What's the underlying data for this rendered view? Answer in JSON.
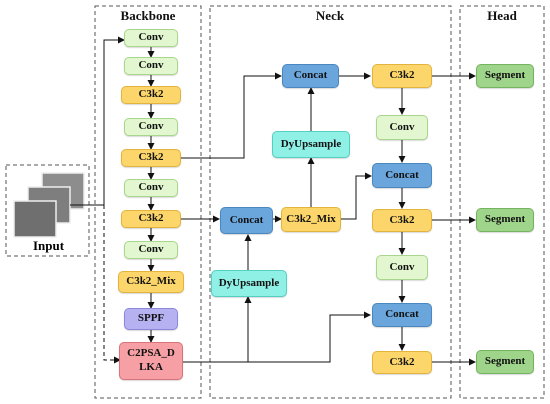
{
  "sections": {
    "backbone": "Backbone",
    "neck": "Neck",
    "head": "Head"
  },
  "input": {
    "label": "Input"
  },
  "backbone": [
    "Conv",
    "Conv",
    "C3k2",
    "Conv",
    "C3k2",
    "Conv",
    "C3k2",
    "Conv",
    "C3k2_Mix",
    "SPPF",
    "C2PSA_D\nLKA"
  ],
  "neck": {
    "dyup_top": "DyUpsample",
    "dyup_bottom": "DyUpsample",
    "concat_left": "Concat",
    "c3k2_mix": "C3k2_Mix",
    "concat_top": "Concat",
    "c3k2_top": "C3k2",
    "conv_1": "Conv",
    "concat_mid": "Concat",
    "c3k2_mid": "C3k2",
    "conv_2": "Conv",
    "concat_bot": "Concat",
    "c3k2_bot": "C3k2"
  },
  "head": [
    "Segment",
    "Segment",
    "Segment"
  ],
  "colors": {
    "conv": "#e2f7cf",
    "c3k2": "#fcd66a",
    "concat": "#6aa6dc",
    "dyupsample": "#8ff0e6",
    "sppf": "#b6b2f2",
    "c2psa": "#f6a0a5",
    "segment": "#9fd48b"
  }
}
